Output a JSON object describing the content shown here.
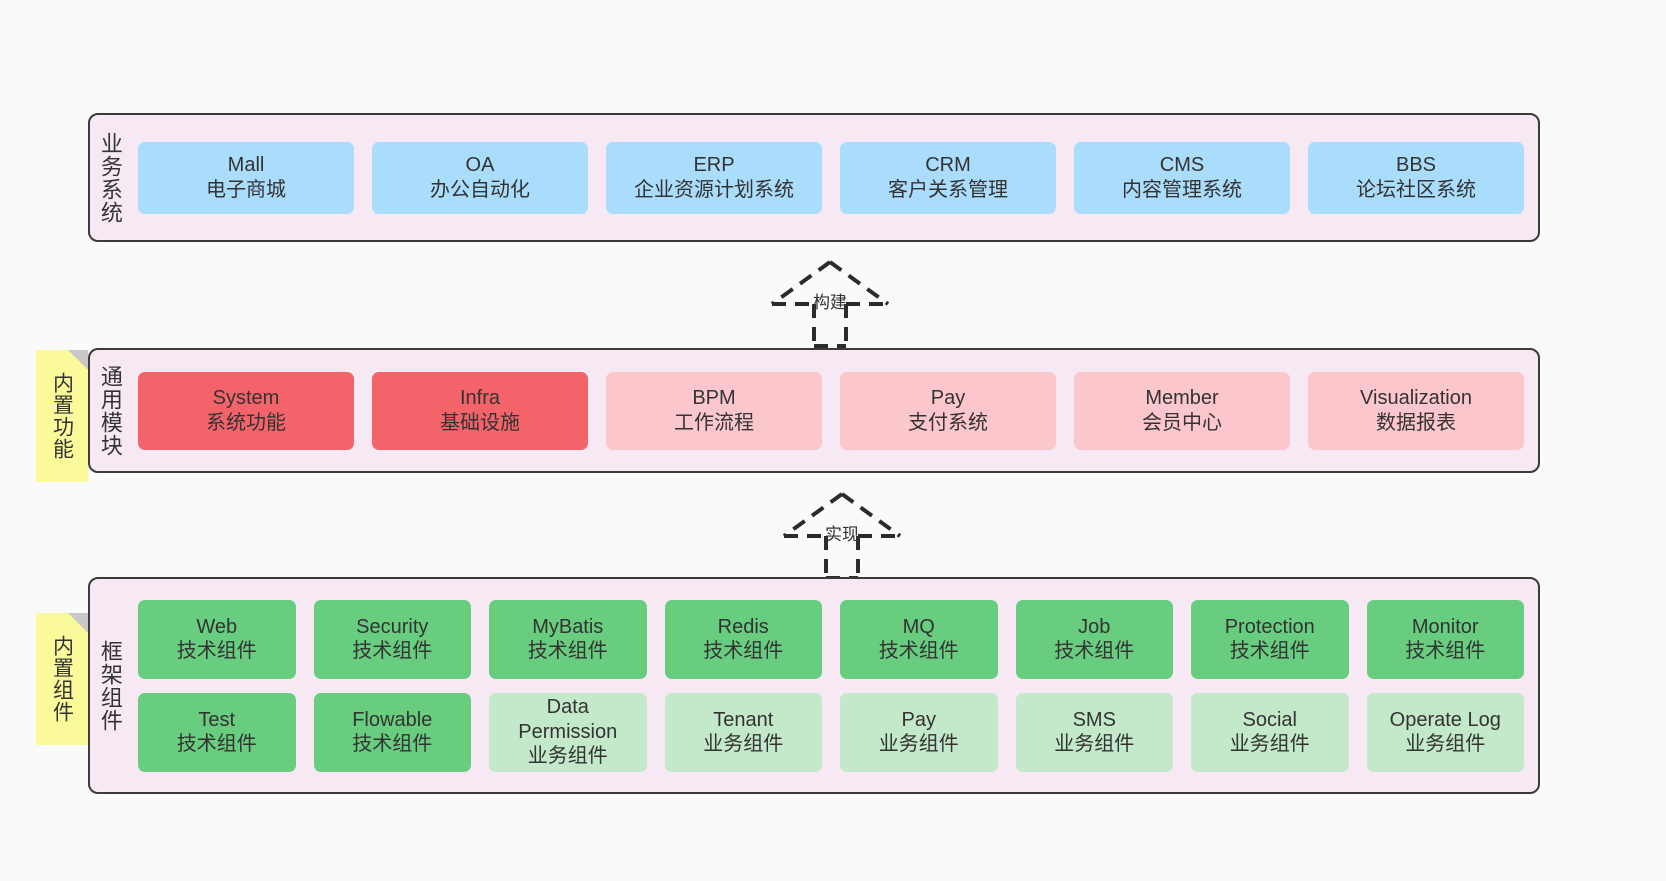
{
  "diagram": {
    "background": "#fafafa",
    "layers": [
      {
        "id": "business-system",
        "title": "业务系统",
        "container_color": "#f7e9f4",
        "rows": [
          {
            "cells": [
              {
                "en": "Mall",
                "cn": "电子商城",
                "color": "#aadcfb",
                "style": "c-blue"
              },
              {
                "en": "OA",
                "cn": "办公自动化",
                "color": "#aadcfb",
                "style": "c-blue"
              },
              {
                "en": "ERP",
                "cn": "企业资源计划系统",
                "color": "#aadcfb",
                "style": "c-blue"
              },
              {
                "en": "CRM",
                "cn": "客户关系管理",
                "color": "#aadcfb",
                "style": "c-blue"
              },
              {
                "en": "CMS",
                "cn": "内容管理系统",
                "color": "#aadcfb",
                "style": "c-blue"
              },
              {
                "en": "BBS",
                "cn": "论坛社区系统",
                "color": "#aadcfb",
                "style": "c-blue"
              }
            ]
          }
        ]
      },
      {
        "id": "common-modules",
        "title": "通用模块",
        "note": "内置功能",
        "container_color": "#f7e9f4",
        "rows": [
          {
            "cells": [
              {
                "en": "System",
                "cn": "系统功能",
                "color": "#f2646a",
                "style": "c-red"
              },
              {
                "en": "Infra",
                "cn": "基础设施",
                "color": "#f2646a",
                "style": "c-red"
              },
              {
                "en": "BPM",
                "cn": "工作流程",
                "color": "#fcc6cd",
                "style": "c-pink"
              },
              {
                "en": "Pay",
                "cn": "支付系统",
                "color": "#fcc6cd",
                "style": "c-pink"
              },
              {
                "en": "Member",
                "cn": "会员中心",
                "color": "#fcc6cd",
                "style": "c-pink"
              },
              {
                "en": "Visualization",
                "cn": "数据报表",
                "color": "#fcc6cd",
                "style": "c-pink"
              }
            ]
          }
        ]
      },
      {
        "id": "framework-components",
        "title": "框架组件",
        "note": "内置组件",
        "container_color": "#f7e9f4",
        "rows": [
          {
            "cells": [
              {
                "en": "Web",
                "cn": "技术组件",
                "color": "#69cd7f",
                "style": "c-green"
              },
              {
                "en": "Security",
                "cn": "技术组件",
                "color": "#69cd7f",
                "style": "c-green"
              },
              {
                "en": "MyBatis",
                "cn": "技术组件",
                "color": "#69cd7f",
                "style": "c-green"
              },
              {
                "en": "Redis",
                "cn": "技术组件",
                "color": "#69cd7f",
                "style": "c-green"
              },
              {
                "en": "MQ",
                "cn": "技术组件",
                "color": "#69cd7f",
                "style": "c-green"
              },
              {
                "en": "Job",
                "cn": "技术组件",
                "color": "#69cd7f",
                "style": "c-green"
              },
              {
                "en": "Protection",
                "cn": "技术组件",
                "color": "#69cd7f",
                "style": "c-green"
              },
              {
                "en": "Monitor",
                "cn": "技术组件",
                "color": "#69cd7f",
                "style": "c-green"
              }
            ]
          },
          {
            "cells": [
              {
                "en": "Test",
                "cn": "技术组件",
                "color": "#69cd7f",
                "style": "c-green"
              },
              {
                "en": "Flowable",
                "cn": "技术组件",
                "color": "#69cd7f",
                "style": "c-green"
              },
              {
                "en": "Data Permission",
                "cn": "业务组件",
                "color": "#c3e8ca",
                "style": "c-lightgreen"
              },
              {
                "en": "Tenant",
                "cn": "业务组件",
                "color": "#c3e8ca",
                "style": "c-lightgreen"
              },
              {
                "en": "Pay",
                "cn": "业务组件",
                "color": "#c3e8ca",
                "style": "c-lightgreen"
              },
              {
                "en": "SMS",
                "cn": "业务组件",
                "color": "#c3e8ca",
                "style": "c-lightgreen"
              },
              {
                "en": "Social",
                "cn": "业务组件",
                "color": "#c3e8ca",
                "style": "c-lightgreen"
              },
              {
                "en": "Operate Log",
                "cn": "业务组件",
                "color": "#c3e8ca",
                "style": "c-lightgreen"
              }
            ]
          }
        ]
      }
    ],
    "connectors": [
      {
        "id": "build",
        "label": "构建",
        "direction": "up",
        "style": "dashed-hollow-triangle"
      },
      {
        "id": "implement",
        "label": "实现",
        "direction": "up",
        "style": "dashed-hollow-triangle"
      }
    ]
  }
}
